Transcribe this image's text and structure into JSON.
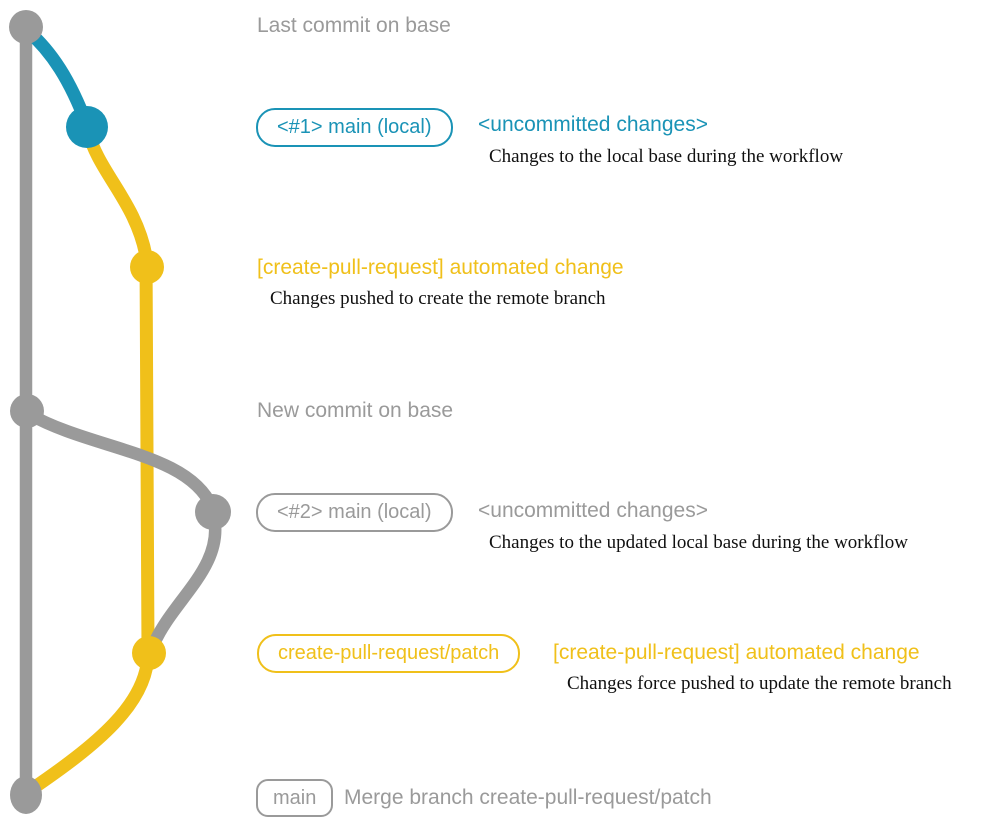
{
  "colors": {
    "gray": "#9a9a9a",
    "blue": "#1a93b6",
    "yellow": "#f0c01a",
    "ink": "#101010",
    "bg": "#ffffff"
  },
  "graph": {
    "description": "Git commit graph with a gray base branch, a blue local working state and a yellow create-pull-request/patch branch",
    "commits": [
      {
        "id": "last-base",
        "branch": "base",
        "color": "gray",
        "note": "Last commit on base"
      },
      {
        "id": "local-1",
        "branch": "local",
        "color": "blue",
        "note": "<#1> main (local) uncommitted changes"
      },
      {
        "id": "patch-1",
        "branch": "patch",
        "color": "yellow",
        "note": "[create-pull-request] automated change"
      },
      {
        "id": "new-base",
        "branch": "base",
        "color": "gray",
        "note": "New commit on base"
      },
      {
        "id": "local-2",
        "branch": "local",
        "color": "gray",
        "note": "<#2> main (local) uncommitted changes"
      },
      {
        "id": "patch-2",
        "branch": "patch",
        "color": "yellow",
        "note": "[create-pull-request] automated change (force push)"
      },
      {
        "id": "merge",
        "branch": "base",
        "color": "gray",
        "note": "Merge branch create-pull-request/patch"
      }
    ]
  },
  "annotations": {
    "last_commit_heading": "Last commit on base",
    "row1": {
      "badge": "<#1> main (local)",
      "title": "<uncommitted changes>",
      "desc": "Changes to the local base during the workflow"
    },
    "row2": {
      "title": "[create-pull-request] automated change",
      "desc": "Changes pushed to create the remote branch"
    },
    "new_commit_heading": "New commit on base",
    "row3": {
      "badge": "<#2> main (local)",
      "title": "<uncommitted changes>",
      "desc": "Changes to the updated local base during the workflow"
    },
    "row4": {
      "badge": "create-pull-request/patch",
      "title": "[create-pull-request] automated change",
      "desc": "Changes force pushed to update the remote branch"
    },
    "merge_row": {
      "badge": "main",
      "label": "Merge branch create-pull-request/patch"
    }
  }
}
